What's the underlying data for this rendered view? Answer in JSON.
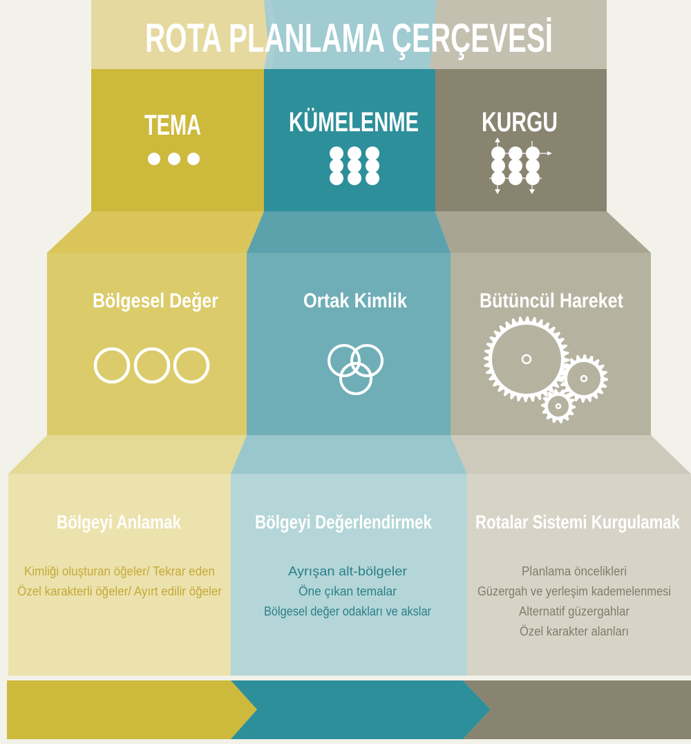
{
  "title": "ROTA PLANLAMA ÇERÇEVESİ",
  "colors": {
    "background": "#f3f2ea",
    "yellow": "#cdb93c",
    "yellow_mid": "#dccb6a",
    "yellow_light": "#ece2ad",
    "teal": "#2d8f9a",
    "teal_mid": "#6faeb7",
    "teal_light": "#b4d6d8",
    "gray": "#888470",
    "gray_mid": "#b5b2a0",
    "gray_light": "#d7d4c7",
    "list_yellow": "#c4a938",
    "list_teal": "#2a7f88",
    "list_gray": "#807c6c"
  },
  "columns": [
    {
      "heading": "TEMA",
      "icon": "three-dots-icon",
      "subheading": "Bölgesel Değer",
      "sub_icon": "three-rings-icon",
      "step": "Bölgeyi Anlamak",
      "items": [
        "Kimliği oluşturan öğeler/ Tekrar eden",
        "Özel karakterli öğeler/ Ayırt edilir öğeler"
      ]
    },
    {
      "heading": "KÜMELENME",
      "icon": "dot-cluster-icon",
      "subheading": "Ortak Kimlik",
      "sub_icon": "venn-diagram-icon",
      "step": "Bölgeyi Değerlendirmek",
      "items": [
        "Ayrışan alt-bölgeler",
        "Öne çıkan temalar",
        "Bölgesel değer odakları ve akslar"
      ]
    },
    {
      "heading": "KURGU",
      "icon": "connected-dots-icon",
      "subheading": "Bütüncül Hareket",
      "sub_icon": "gears-icon",
      "step": "Rotalar Sistemi Kurgulamak",
      "items": [
        "Planlama öncelikleri",
        "Güzergah ve yerleşim kademelenmesi",
        "Alternatif güzergahlar",
        "Özel karakter alanları"
      ]
    }
  ]
}
